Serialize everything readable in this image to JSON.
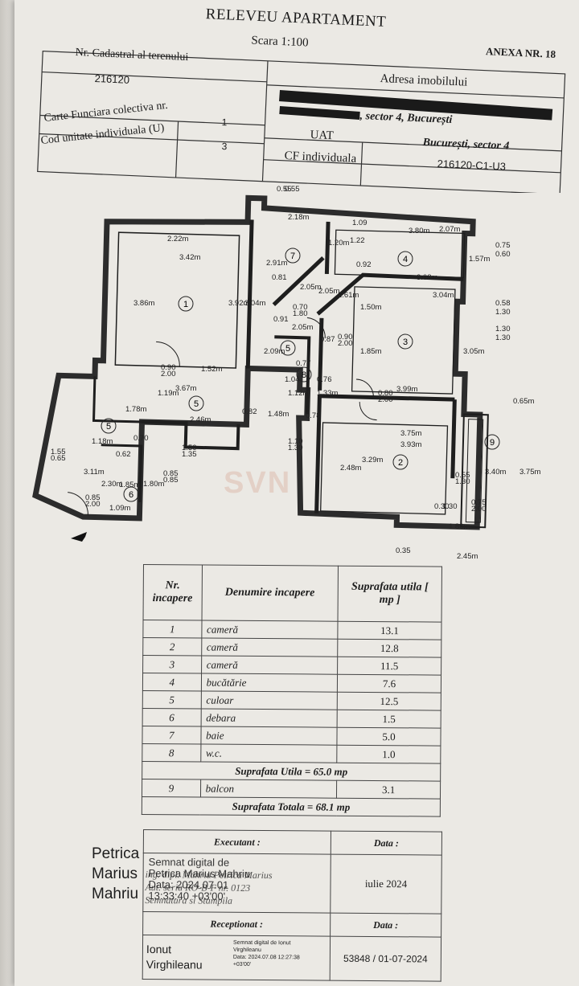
{
  "title": "RELEVEU APARTAMENT",
  "scale": "Scara 1:100",
  "annex": "ANEXA NR. 18",
  "header": {
    "cadastral_label": "Nr. Cadastral al terenului",
    "cadastral_value": "216120",
    "address_label": "Adresa imobilului",
    "address_value": ", sector 4, București",
    "cf_label": "Carte Funciara colectiva nr.",
    "cf_value": "1",
    "unit_label": "Cod unitate individuala (U)",
    "unit_value": "3",
    "uat_label": "UAT",
    "uat_value": "București, sector 4",
    "cfi_label": "CF individuala",
    "cfi_value": "216120-C1-U3"
  },
  "plan": {
    "dimensions": [
      "2.18m",
      "1.09",
      "3.80m",
      "2.07m",
      "0.75",
      "0.60",
      "2.22m",
      "3.42m",
      "3.86m",
      "3.92m",
      "3.04m",
      "2.91m",
      "1.20m",
      "1.22",
      "0.92",
      "1.57m",
      "0.81",
      "2.05m",
      "2.05m",
      "3.08m",
      "3.04m",
      "1.61m",
      "1.50m",
      "0.58",
      "1.30",
      "0.91",
      "0.70",
      "1.80",
      "2.05m",
      "1.30",
      "1.30",
      "0.87",
      "0.90",
      "2.00",
      "1.85m",
      "3.05m",
      "2.09m",
      "0.77",
      "1.52m",
      "3.67m",
      "0.90",
      "2.00",
      "1.04",
      "0.76",
      "1.12m",
      "1.33m",
      "3.99m",
      "0.65m",
      "1.19m",
      "1.78m",
      "0.82",
      "1.48m",
      "0.78",
      "0.80",
      "2.00",
      "2.46m",
      "3.75m",
      "3.93m",
      "1.18m",
      "0.70",
      "1.10",
      "1.30",
      "1.50",
      "1.35",
      "0.62",
      "3.11m",
      "2.30m",
      "1.85m",
      "1.80m",
      "0.85",
      "0.85",
      "1.55",
      "0.65",
      "1.09m",
      "2.48m",
      "3.29m",
      "0.55",
      "1.30",
      "3.40m",
      "3.75m",
      "0.75",
      "2.00",
      "0.85",
      "2.00",
      "0.30",
      "1.30",
      "1.80m",
      "0.35",
      "2.45m",
      "0.55",
      "0.55"
    ],
    "rooms": [
      "1",
      "2",
      "3",
      "4",
      "5",
      "5",
      "5",
      "6",
      "7",
      "8",
      "9"
    ]
  },
  "watermark": "SVN",
  "table": {
    "headers": [
      "Nr. incapere",
      "Denumire incapere",
      "Suprafata utila [ mp ]"
    ],
    "rows": [
      {
        "nr": "1",
        "name": "cameră",
        "area": "13.1"
      },
      {
        "nr": "2",
        "name": "cameră",
        "area": "12.8"
      },
      {
        "nr": "3",
        "name": "cameră",
        "area": "11.5"
      },
      {
        "nr": "4",
        "name": "bucătărie",
        "area": "7.6"
      },
      {
        "nr": "5",
        "name": "culoar",
        "area": "12.5"
      },
      {
        "nr": "6",
        "name": "debara",
        "area": "1.5"
      },
      {
        "nr": "7",
        "name": "baie",
        "area": "5.0"
      },
      {
        "nr": "8",
        "name": "w.c.",
        "area": "1.0"
      }
    ],
    "useful_total": "Suprafata Utila = 65.0 mp",
    "balcony": {
      "nr": "9",
      "name": "balcon",
      "area": "3.1"
    },
    "grand_total": "Suprafata Totala = 68.1 mp"
  },
  "signatures": {
    "executant_label": "Executant :",
    "date_label": "Data :",
    "executant_lines": [
      "ing. dipl. Mahriu Petrica Marius",
      "Aut. seria RO-B-F nr. 0123",
      "Semnatura si Stampila"
    ],
    "digital_sig_overlay": [
      "Semnat digital de",
      "Petrica Marius Mahriu",
      "Data: 2024.07.01",
      "13:33:40 +03'00'"
    ],
    "executant_date": "iulie 2024",
    "sig_name": [
      "Petrica",
      "Marius",
      "Mahriu"
    ],
    "receptionat_label": "Receptionat :",
    "receptionat_date_label": "Data :",
    "receiver_name": [
      "Ionut",
      "Virghileanu"
    ],
    "receiver_digital": [
      "Semnat digital de Ionut",
      "Virghileanu",
      "Data: 2024.07.08 12:27:38",
      "+03'00'"
    ],
    "receiver_date": "53848 / 01-07-2024"
  }
}
